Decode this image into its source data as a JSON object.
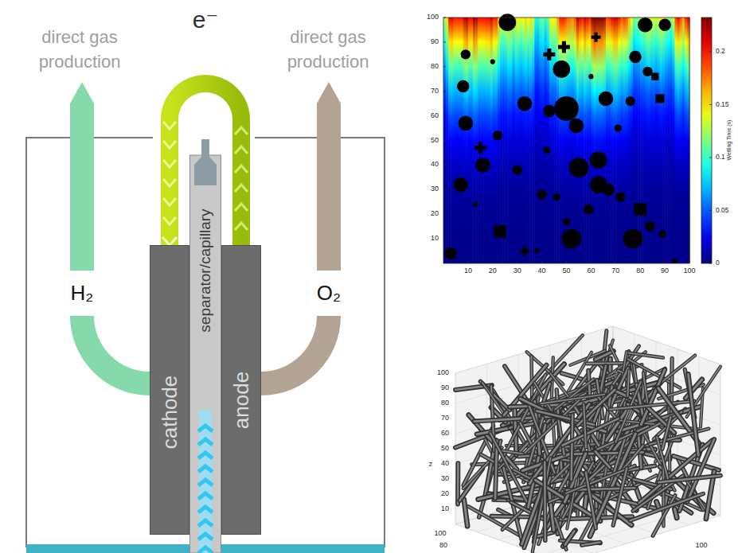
{
  "diagram": {
    "nodes": [
      {
        "text": [
          "cathode"
        ]
      },
      {
        "text": [
          "separator/capillary"
        ]
      },
      {
        "text": [
          "anode"
        ]
      }
    ],
    "edges": [
      {
        "from": 2,
        "to": 0,
        "arrow": "to",
        "label": "e⁻"
      }
    ],
    "labels": [
      "direct gas production",
      "direct gas production",
      "H₂",
      "O₂",
      "10",
      "20",
      "30",
      "40",
      "50",
      "60",
      "70",
      "80",
      "90",
      "100",
      "10",
      "20",
      "30",
      "40",
      "50",
      "60",
      "70",
      "80",
      "90",
      "100",
      "0",
      "0.05",
      "0.1",
      "0.15",
      "0.2",
      "Wetting Time (s)",
      "10",
      "20",
      "30",
      "40",
      "50",
      "60",
      "70",
      "80",
      "90",
      "100",
      "z",
      "100",
      "80",
      "100"
    ]
  }
}
